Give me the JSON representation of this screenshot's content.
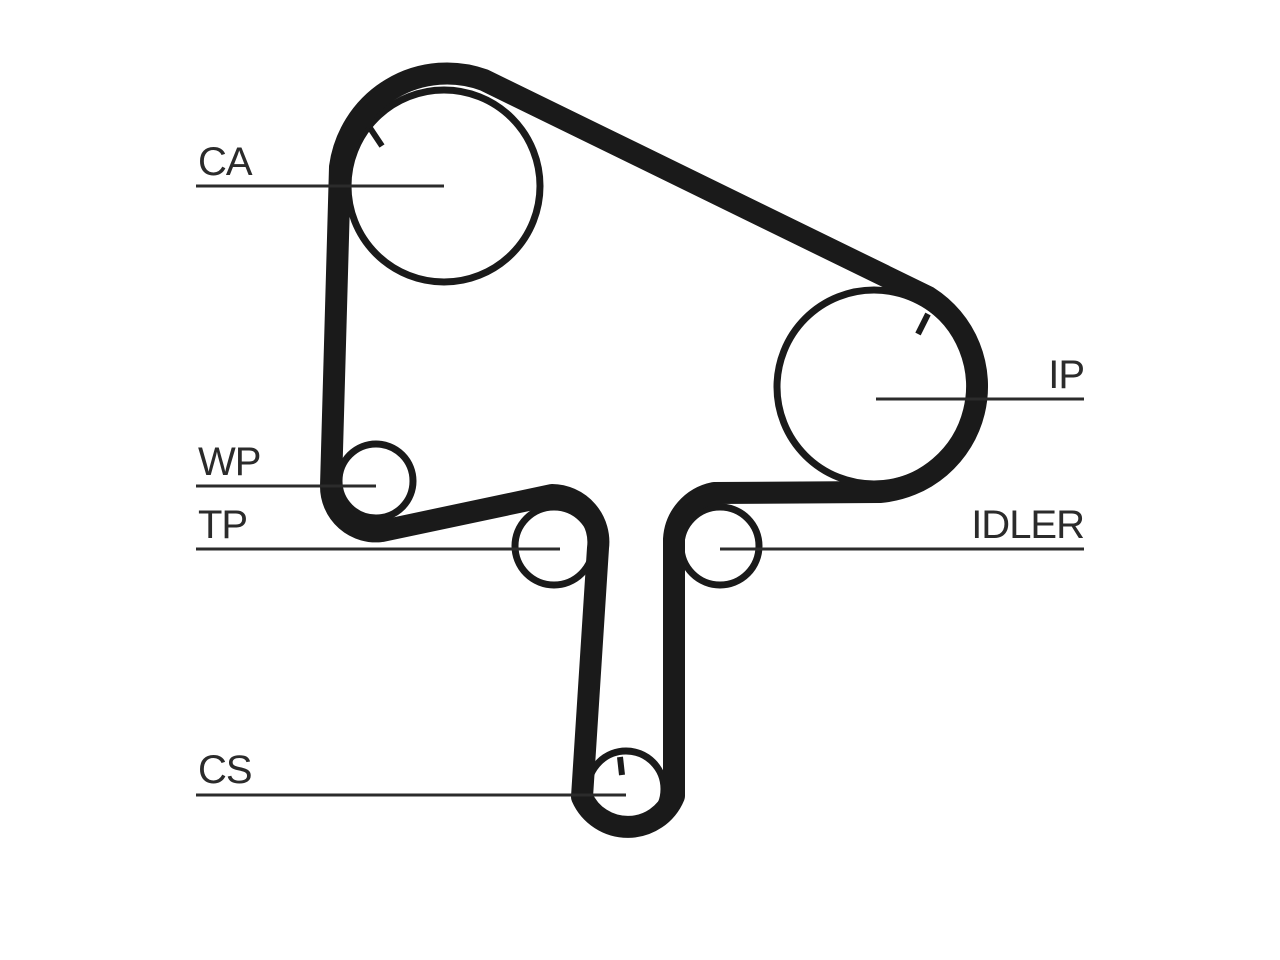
{
  "diagram": {
    "labels": {
      "ca": "CA",
      "ip": "IP",
      "wp": "WP",
      "tp": "TP",
      "idler": "IDLER",
      "cs": "CS"
    },
    "colors": {
      "belt": "#1a1a1a",
      "pulley": "#1a1a1a",
      "leader": "#2b2b2b",
      "background": "#ffffff"
    }
  }
}
